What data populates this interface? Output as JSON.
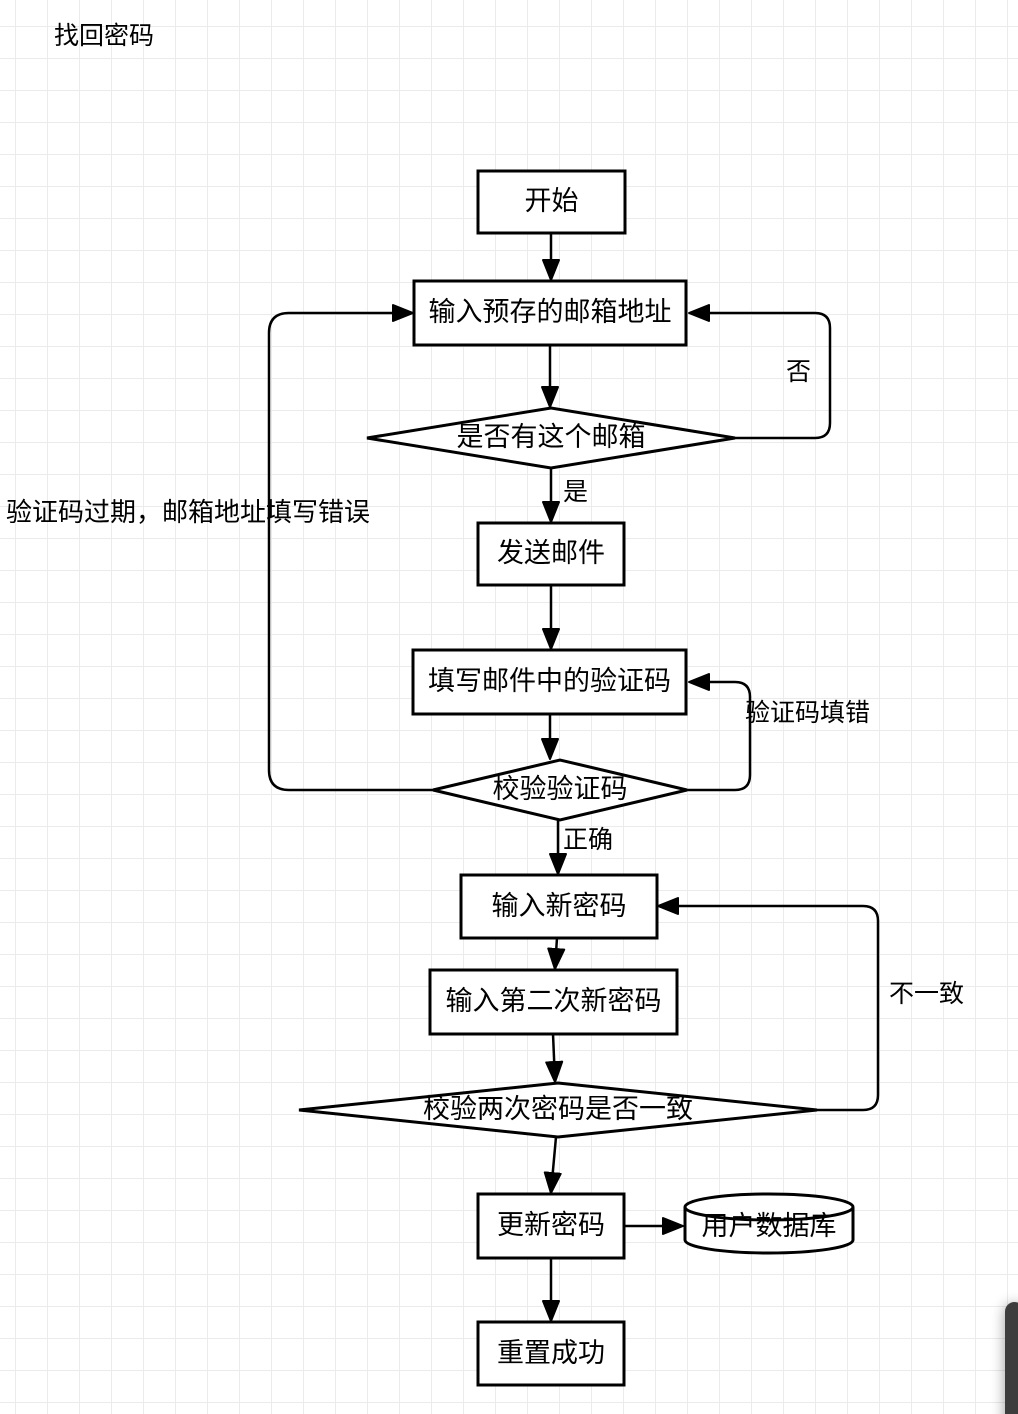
{
  "title": "找回密码",
  "nodes": {
    "start": "开始",
    "input_email": "输入预存的邮箱地址",
    "check_email": "是否有这个邮箱",
    "send_email": "发送邮件",
    "fill_code": "填写邮件中的验证码",
    "check_code": "校验验证码",
    "new_password": "输入新密码",
    "new_password_again": "输入第二次新密码",
    "check_match": "校验两次密码是否一致",
    "update_password": "更新密码",
    "user_database": "用户数据库",
    "reset_success": "重置成功"
  },
  "edge_labels": {
    "yes": "是",
    "no": "否",
    "correct": "正确",
    "code_wrong": "验证码填错",
    "mismatch": "不一致",
    "expired_note": "验证码过期，邮箱地址填写错误"
  },
  "colors": {
    "line": "#000000",
    "node_fill": "#ffffff",
    "grid": "#ebebeb",
    "background": "#ffffff",
    "scrollbar_thumb": "#3d3d3d"
  }
}
